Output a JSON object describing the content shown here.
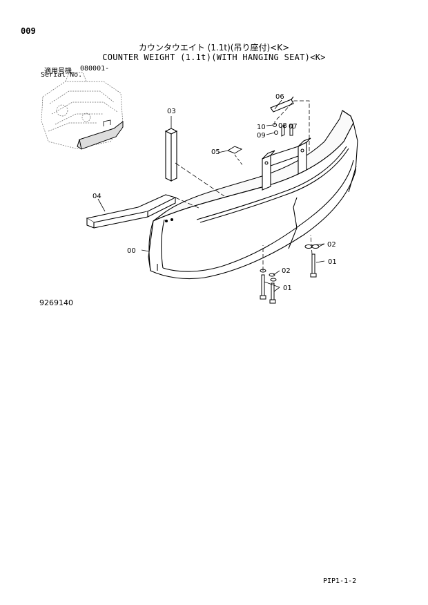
{
  "header": {
    "page_code": "009",
    "title_jp": "カウンタウエイト (1.1t)(吊り座付)<K>",
    "title_en": "COUNTER WEIGHT (1.1t)(WITH HANGING SEAT)<K>"
  },
  "serial": {
    "label_jp": "適用号機",
    "label_en": "Serial No.",
    "value": "080001-"
  },
  "callouts": {
    "c00": "00",
    "c01a": "01",
    "c01b": "01",
    "c02a": "02",
    "c02b": "02",
    "c03": "03",
    "c04": "04",
    "c05": "05",
    "c06": "06",
    "c07": "07",
    "c08": "08",
    "c09": "09",
    "c10": "10"
  },
  "footer": {
    "drawing_number": "9269140",
    "page_ref": "PIP1-1-2"
  }
}
